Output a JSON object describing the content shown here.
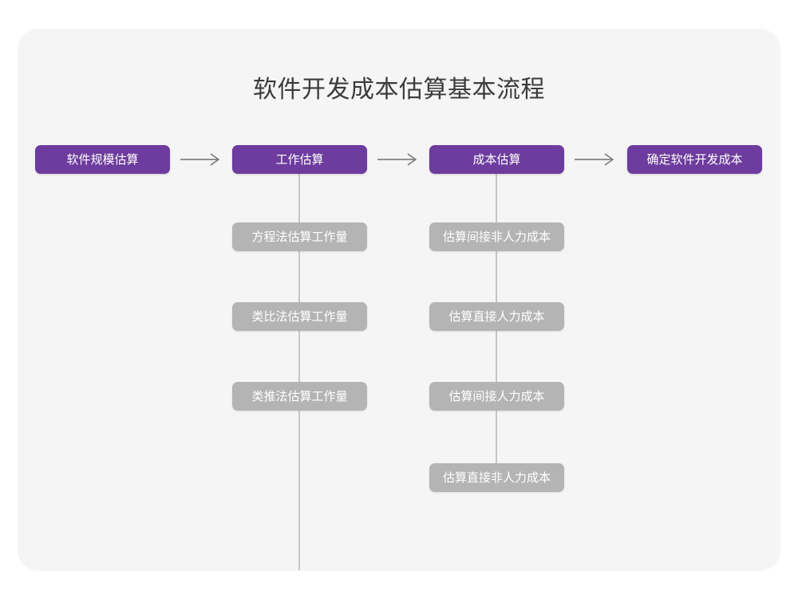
{
  "page": {
    "title": "软件开发成本估算基本流程",
    "background_color": "#ffffff",
    "card_color": "#f5f5f5",
    "title_color": "#3b3b3b"
  },
  "colors": {
    "primary": "#6d3c9e",
    "secondary": "#b4b4b4",
    "connector": "#c6c6c6",
    "arrow": "#6f6f6f",
    "node_text": "#ffffff"
  },
  "diagram": {
    "type": "flowchart",
    "orientation": "left-to-right with vertical sub-branches",
    "stages": [
      {
        "id": "stage-1",
        "label": "软件规模估算",
        "style": "primary",
        "children": []
      },
      {
        "id": "stage-2",
        "label": "工作估算",
        "style": "primary",
        "children": [
          {
            "id": "stage-2-child-1",
            "label": "方程法估算工作量",
            "style": "secondary"
          },
          {
            "id": "stage-2-child-2",
            "label": "类比法估算工作量",
            "style": "secondary"
          },
          {
            "id": "stage-2-child-3",
            "label": "类推法估算工作量",
            "style": "secondary"
          }
        ]
      },
      {
        "id": "stage-3",
        "label": "成本估算",
        "style": "primary",
        "children": [
          {
            "id": "stage-3-child-1",
            "label": "估算间接非人力成本",
            "style": "secondary"
          },
          {
            "id": "stage-3-child-2",
            "label": "估算直接人力成本",
            "style": "secondary"
          },
          {
            "id": "stage-3-child-3",
            "label": "估算间接人力成本",
            "style": "secondary"
          },
          {
            "id": "stage-3-child-4",
            "label": "估算直接非人力成本",
            "style": "secondary"
          }
        ]
      },
      {
        "id": "stage-4",
        "label": "确定软件开发成本",
        "style": "primary",
        "children": []
      }
    ],
    "connectors": [
      {
        "id": "arrow-1",
        "from": "stage-1",
        "to": "stage-2",
        "icon": "arrow-right-icon"
      },
      {
        "id": "arrow-2",
        "from": "stage-2",
        "to": "stage-3",
        "icon": "arrow-right-icon"
      },
      {
        "id": "arrow-3",
        "from": "stage-3",
        "to": "stage-4",
        "icon": "arrow-right-icon"
      }
    ]
  }
}
